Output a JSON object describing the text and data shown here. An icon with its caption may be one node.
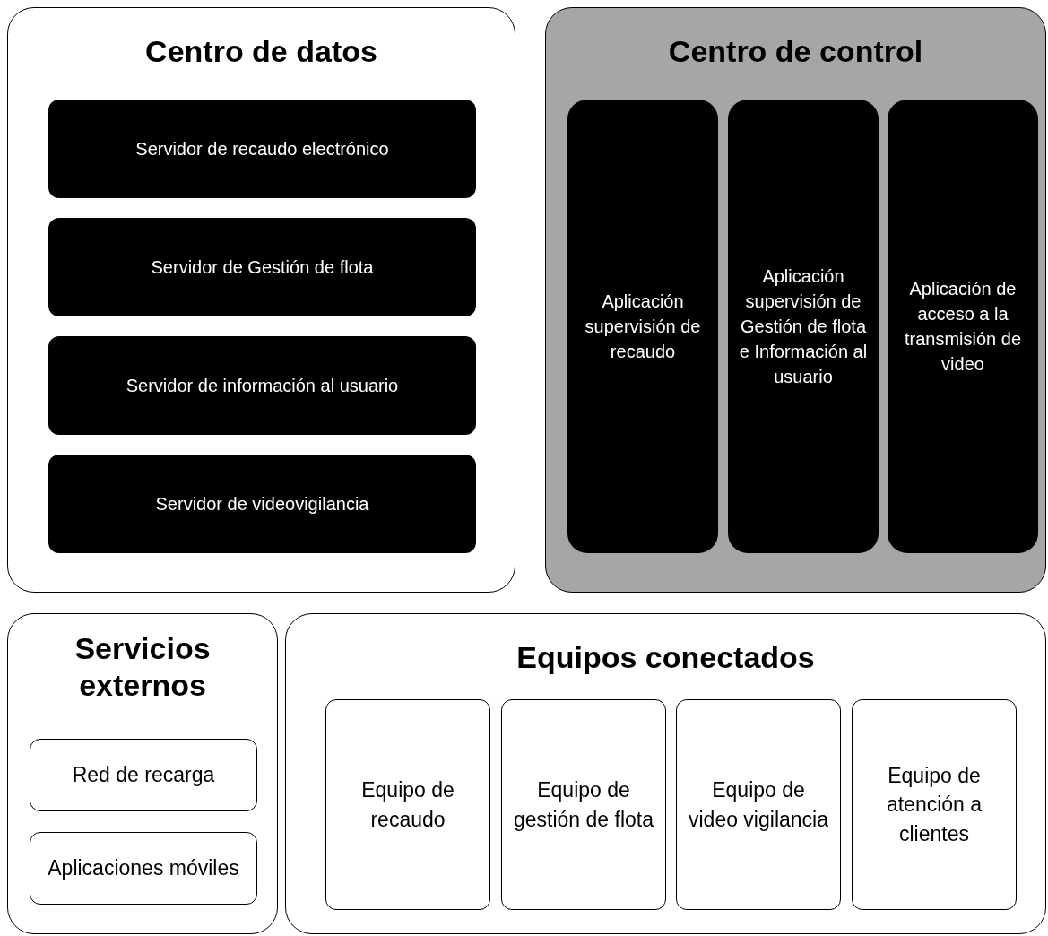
{
  "diagram": {
    "nodes": [
      {
        "text": [
          "Centro de datos"
        ]
      },
      {
        "text": [
          "Servidor de recaudo electrónico"
        ],
        "in": 0
      },
      {
        "text": [
          "Servidor de Gestión de flota"
        ],
        "in": 0
      },
      {
        "text": [
          "Servidor de información al usuario"
        ],
        "in": 0
      },
      {
        "text": [
          "Servidor de videovigilancia"
        ],
        "in": 0
      },
      {
        "text": [
          "Centro de control"
        ]
      },
      {
        "text": [
          "Aplicación supervisión de recaudo"
        ],
        "in": 5
      },
      {
        "text": [
          "Aplicación supervisión de Gestión de flota e Información al usuario"
        ],
        "in": 5
      },
      {
        "text": [
          "Aplicación de acceso a la transmisión de video"
        ],
        "in": 5
      },
      {
        "text": [
          "Servicios externos"
        ]
      },
      {
        "text": [
          "Red de recarga"
        ],
        "in": 9
      },
      {
        "text": [
          "Aplicaciones móviles"
        ],
        "in": 9
      },
      {
        "text": [
          "Equipos conectados"
        ]
      },
      {
        "text": [
          "Equipo de recaudo"
        ],
        "in": 12
      },
      {
        "text": [
          "Equipo de gestión de flota"
        ],
        "in": 12
      },
      {
        "text": [
          "Equipo de video vigilancia"
        ],
        "in": 12
      },
      {
        "text": [
          "Equipo de atención a clientes"
        ],
        "in": 12
      }
    ]
  }
}
